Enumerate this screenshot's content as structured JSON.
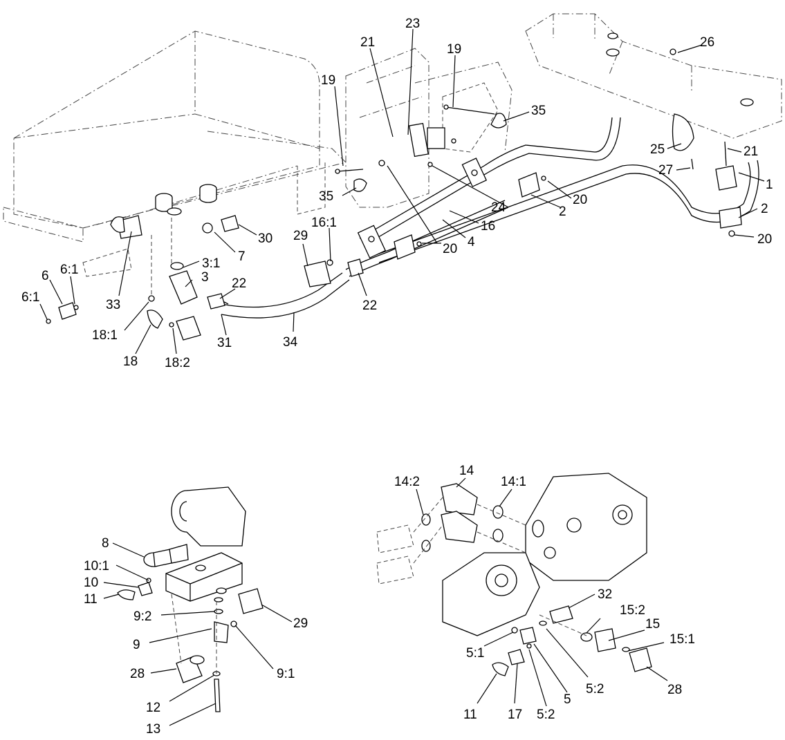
{
  "callouts": [
    {
      "id": "c-23",
      "text": "23"
    },
    {
      "id": "c-21a",
      "text": "21"
    },
    {
      "id": "c-19a",
      "text": "19"
    },
    {
      "id": "c-19b",
      "text": "19"
    },
    {
      "id": "c-26",
      "text": "26"
    },
    {
      "id": "c-35a",
      "text": "35"
    },
    {
      "id": "c-25",
      "text": "25"
    },
    {
      "id": "c-21b",
      "text": "21"
    },
    {
      "id": "c-27",
      "text": "27"
    },
    {
      "id": "c-1",
      "text": "1"
    },
    {
      "id": "c-20a",
      "text": "20"
    },
    {
      "id": "c-2a",
      "text": "2"
    },
    {
      "id": "c-2b",
      "text": "2"
    },
    {
      "id": "c-20b",
      "text": "20"
    },
    {
      "id": "c-24",
      "text": "24"
    },
    {
      "id": "c-35b",
      "text": "35"
    },
    {
      "id": "c-16",
      "text": "16"
    },
    {
      "id": "c-16-1",
      "text": "16:1"
    },
    {
      "id": "c-29a",
      "text": "29"
    },
    {
      "id": "c-20c",
      "text": "20"
    },
    {
      "id": "c-4",
      "text": "4"
    },
    {
      "id": "c-30",
      "text": "30"
    },
    {
      "id": "c-7",
      "text": "7"
    },
    {
      "id": "c-3-1",
      "text": "3:1"
    },
    {
      "id": "c-3",
      "text": "3"
    },
    {
      "id": "c-22a",
      "text": "22"
    },
    {
      "id": "c-22b",
      "text": "22"
    },
    {
      "id": "c-6",
      "text": "6"
    },
    {
      "id": "c-6-1a",
      "text": "6:1"
    },
    {
      "id": "c-6-1b",
      "text": "6:1"
    },
    {
      "id": "c-33",
      "text": "33"
    },
    {
      "id": "c-18-1",
      "text": "18:1"
    },
    {
      "id": "c-18",
      "text": "18"
    },
    {
      "id": "c-18-2",
      "text": "18:2"
    },
    {
      "id": "c-31",
      "text": "31"
    },
    {
      "id": "c-34",
      "text": "34"
    },
    {
      "id": "c-8",
      "text": "8"
    },
    {
      "id": "c-10-1",
      "text": "10:1"
    },
    {
      "id": "c-10",
      "text": "10"
    },
    {
      "id": "c-11a",
      "text": "11"
    },
    {
      "id": "c-9-2",
      "text": "9:2"
    },
    {
      "id": "c-29b",
      "text": "29"
    },
    {
      "id": "c-9",
      "text": "9"
    },
    {
      "id": "c-9-1",
      "text": "9:1"
    },
    {
      "id": "c-28a",
      "text": "28"
    },
    {
      "id": "c-12",
      "text": "12"
    },
    {
      "id": "c-13",
      "text": "13"
    },
    {
      "id": "c-14-2",
      "text": "14:2"
    },
    {
      "id": "c-14",
      "text": "14"
    },
    {
      "id": "c-14-1",
      "text": "14:1"
    },
    {
      "id": "c-32",
      "text": "32"
    },
    {
      "id": "c-15-2",
      "text": "15:2"
    },
    {
      "id": "c-15",
      "text": "15"
    },
    {
      "id": "c-15-1",
      "text": "15:1"
    },
    {
      "id": "c-5-1",
      "text": "5:1"
    },
    {
      "id": "c-5-2a",
      "text": "5:2"
    },
    {
      "id": "c-5",
      "text": "5"
    },
    {
      "id": "c-11b",
      "text": "11"
    },
    {
      "id": "c-17",
      "text": "17"
    },
    {
      "id": "c-5-2b",
      "text": "5:2"
    },
    {
      "id": "c-28b",
      "text": "28"
    }
  ]
}
